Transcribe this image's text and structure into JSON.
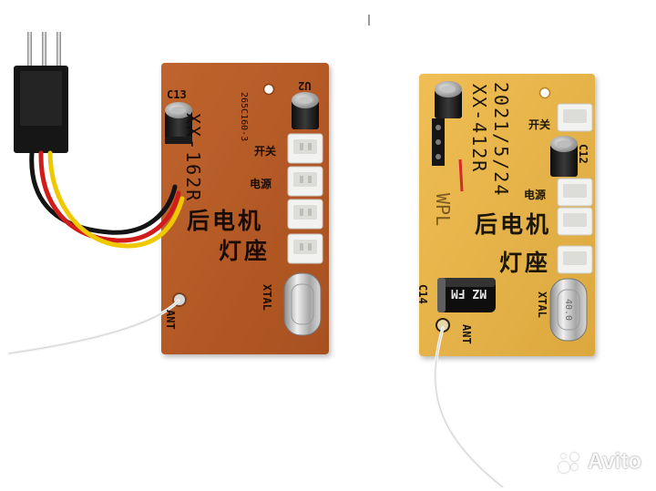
{
  "left_board": {
    "model": "XX-162R",
    "part_code": "265C160-3",
    "cap_label": "C13",
    "ic_label": "U2",
    "switch_label": "开关",
    "power_label": "电源",
    "rear_text": "后电机",
    "light_text": "灯座",
    "xtal_label": "XTAL",
    "ant_label": "ANT"
  },
  "right_board": {
    "date": "2021/5/24",
    "model": "XX-412R",
    "brand": "WPL",
    "cap_label": "C14",
    "switch_label": "开关",
    "power_label": "电源",
    "rear_text": "后电机",
    "light_text": "灯座",
    "xtal_label": "XTAL",
    "ant_label": "ANT",
    "side_cap_label": "C12",
    "capacitor_marking": "MZ FM",
    "crystal_marking": "40.0"
  },
  "watermark": {
    "text": "Avito"
  },
  "colors": {
    "left_pcb": "#b55a2a",
    "right_pcb": "#e6b44a",
    "silkscreen": "#1a0c05",
    "wire_red": "#d21c1c",
    "wire_yellow": "#f0c800",
    "wire_black": "#141414"
  }
}
